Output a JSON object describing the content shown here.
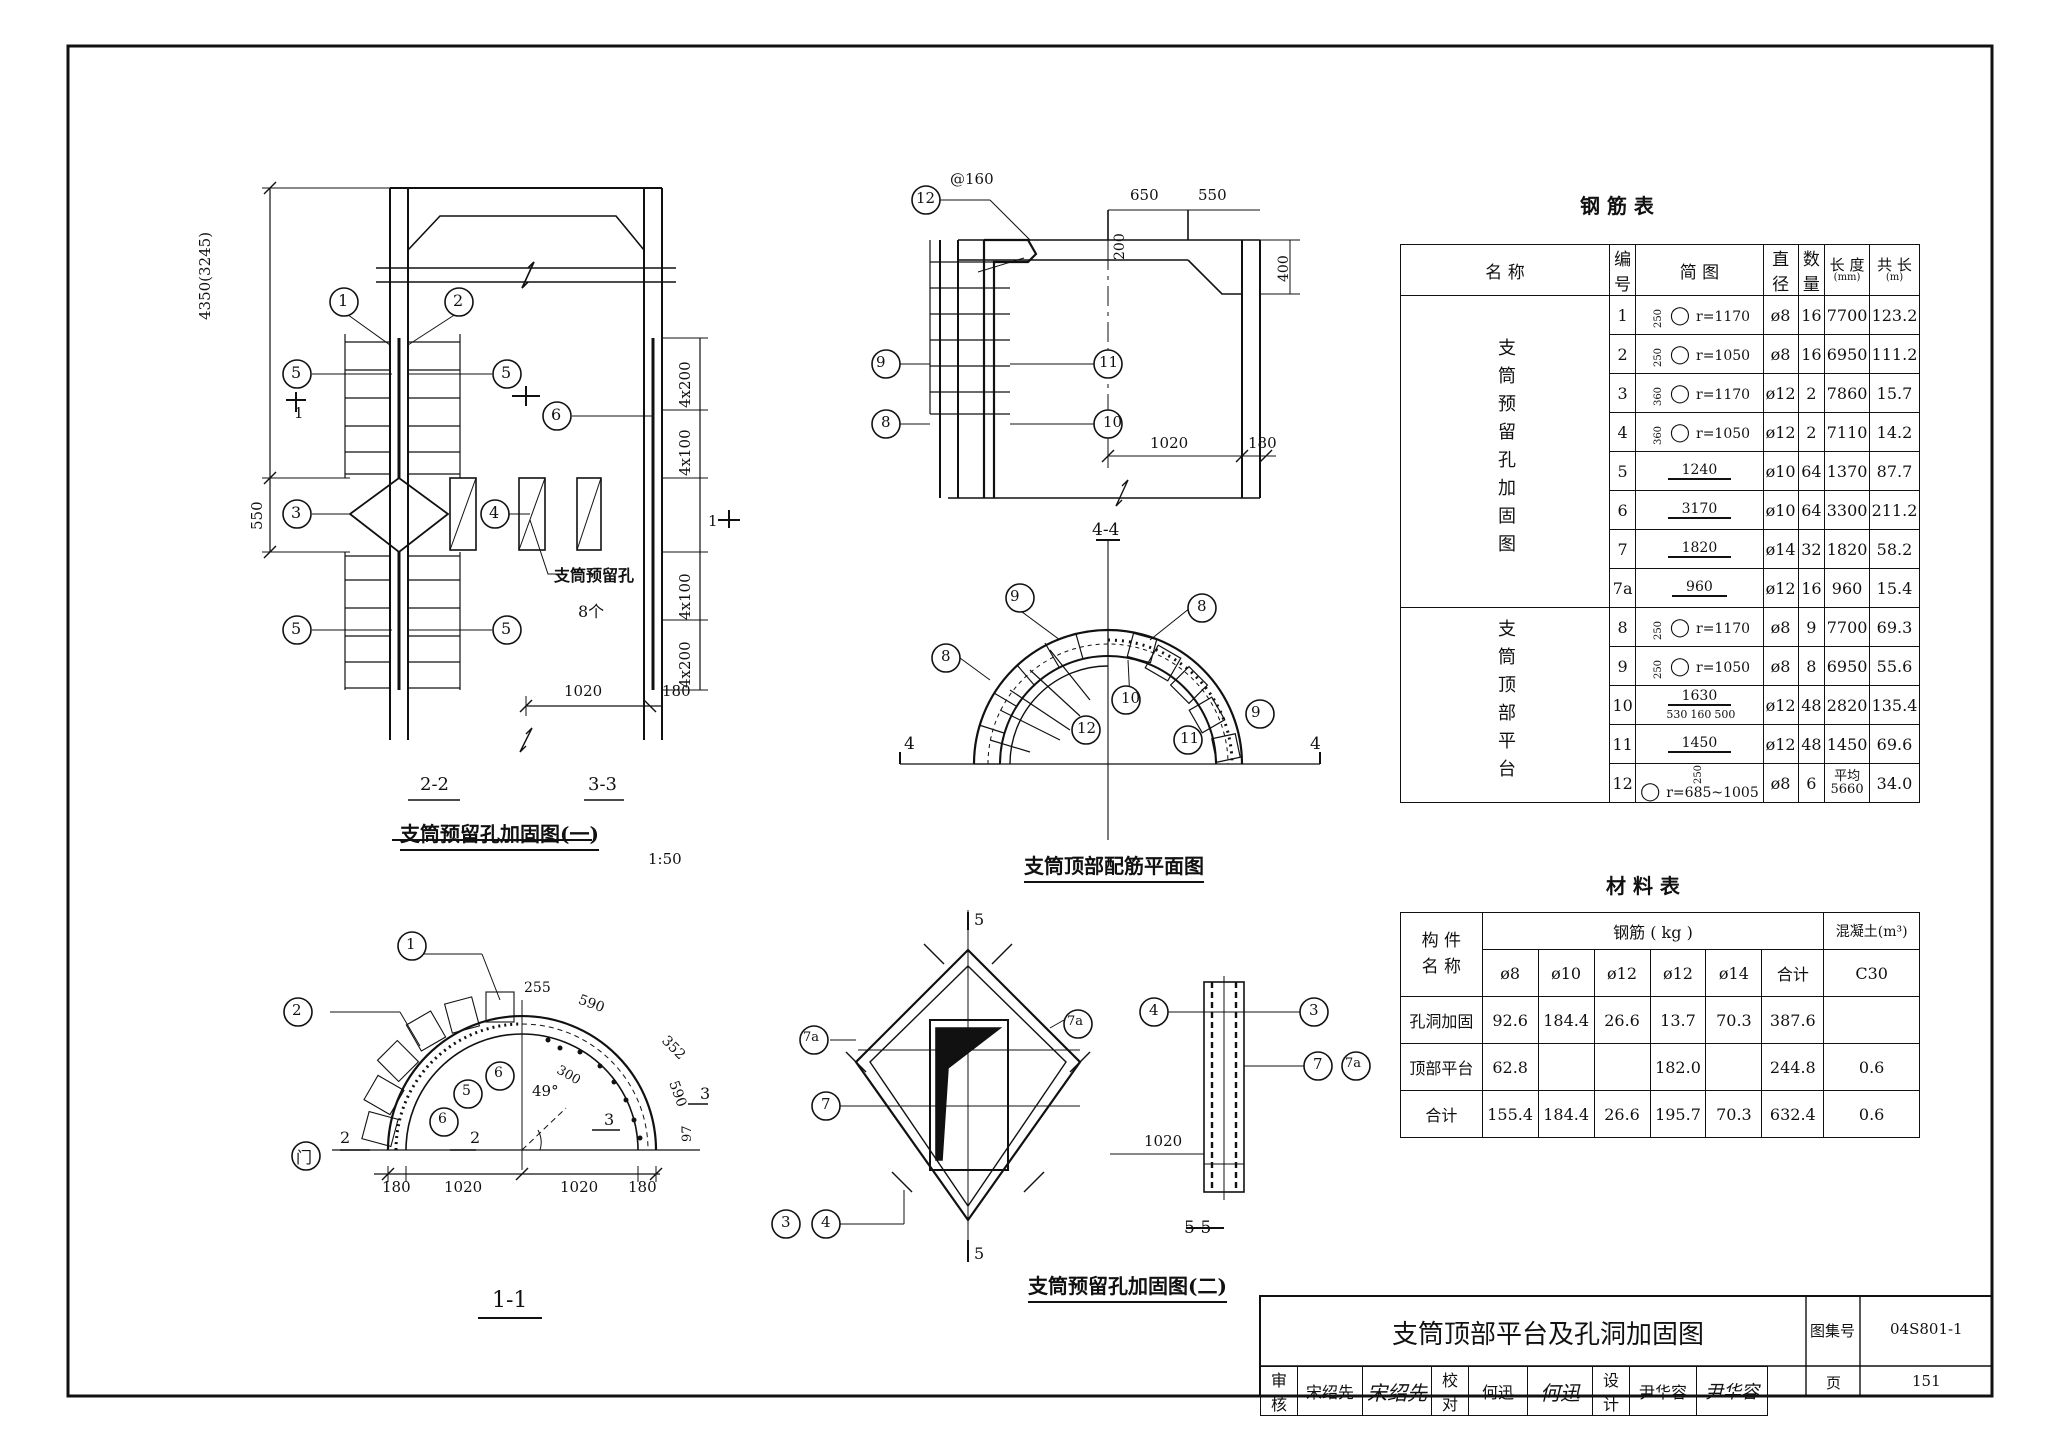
{
  "drawing": {
    "scale": "1:50",
    "view_titles": {
      "reinforce1": "支筒预留孔加固图(一)",
      "reinforce2": "支筒预留孔加固图(二)",
      "top_plan": "支筒顶部配筋平面图",
      "sec_1_1": "1-1",
      "sec_2_2": "2-2",
      "sec_3_3": "3-3",
      "sec_4_4": "4-4",
      "sec_5_5": "5-5"
    },
    "notes": {
      "hole_note": "支筒预留孔",
      "hole_count": "8个",
      "door": "门",
      "angle": "49°",
      "spacing": "@160",
      "sec_mark_1": "1",
      "sec_mark_2": "2",
      "sec_mark_3": "3",
      "sec_mark_4": "4",
      "sec_mark_5": "5"
    },
    "dims": {
      "h_total": "4350(3245)",
      "h_550": "550",
      "d_4x200_top": "4x200",
      "d_4x100_top": "4x100",
      "d_4x100_bot": "4x100",
      "d_4x200_bot": "4x200",
      "d_1020": "1020",
      "d_180": "180",
      "d_650": "650",
      "d_550": "550",
      "d_200": "200",
      "d_400": "400",
      "d_255": "255",
      "d_590a": "590",
      "d_352": "352",
      "d_590b": "590",
      "d_300": "300",
      "d_97": "97"
    },
    "callouts": [
      "1",
      "2",
      "3",
      "4",
      "5",
      "6",
      "7",
      "7a",
      "8",
      "9",
      "10",
      "11",
      "12"
    ]
  },
  "rebar_table": {
    "title": "钢 筋 表",
    "headers": [
      "名 称",
      "编 号",
      "简      图",
      "直 径",
      "数 量",
      "长 度",
      "(mm)",
      "共 长",
      "(m)"
    ],
    "group1": "支筒预留孔加固图",
    "group2": "支筒顶部平台",
    "rows": [
      {
        "no": "1",
        "shape_dim": "250",
        "shape_text": "r=1170",
        "dia": "ø8",
        "qty": "16",
        "len": "7700",
        "total": "123.2"
      },
      {
        "no": "2",
        "shape_dim": "250",
        "shape_text": "r=1050",
        "dia": "ø8",
        "qty": "16",
        "len": "6950",
        "total": "111.2"
      },
      {
        "no": "3",
        "shape_dim": "360",
        "shape_text": "r=1170",
        "dia": "ø12",
        "qty": "2",
        "len": "7860",
        "total": "15.7"
      },
      {
        "no": "4",
        "shape_dim": "360",
        "shape_text": "r=1050",
        "dia": "ø12",
        "qty": "2",
        "len": "7110",
        "total": "14.2"
      },
      {
        "no": "5",
        "shape_dim": "",
        "shape_text": "1240",
        "dia": "ø10",
        "qty": "64",
        "len": "1370",
        "total": "87.7"
      },
      {
        "no": "6",
        "shape_dim": "",
        "shape_text": "3170",
        "dia": "ø10",
        "qty": "64",
        "len": "3300",
        "total": "211.2"
      },
      {
        "no": "7",
        "shape_dim": "",
        "shape_text": "1820",
        "dia": "ø14",
        "qty": "32",
        "len": "1820",
        "total": "58.2"
      },
      {
        "no": "7a",
        "shape_dim": "",
        "shape_text": "960",
        "dia": "ø12",
        "qty": "16",
        "len": "960",
        "total": "15.4"
      },
      {
        "no": "8",
        "shape_dim": "250",
        "shape_text": "r=1170",
        "dia": "ø8",
        "qty": "9",
        "len": "7700",
        "total": "69.3"
      },
      {
        "no": "9",
        "shape_dim": "250",
        "shape_text": "r=1050",
        "dia": "ø8",
        "qty": "8",
        "len": "6950",
        "total": "55.6"
      },
      {
        "no": "10",
        "shape_dim": "",
        "shape_text": "1630",
        "shape_text2": "530",
        "shape_text3": "160",
        "shape_text4": "500",
        "dia": "ø12",
        "qty": "48",
        "len": "2820",
        "total": "135.4"
      },
      {
        "no": "11",
        "shape_dim": "",
        "shape_text": "1450",
        "dia": "ø12",
        "qty": "48",
        "len": "1450",
        "total": "69.6"
      },
      {
        "no": "12",
        "shape_dim": "250",
        "shape_text": "r=685~1005",
        "dia": "ø8",
        "qty": "6",
        "len_label": "平均",
        "len": "5660",
        "total": "34.0"
      }
    ]
  },
  "material_table": {
    "title": "材 料 表",
    "h_member": "构 件",
    "h_member2": "名 称",
    "h_steel": "钢筋    ( kg )",
    "h_concrete": "混凝土(m³)",
    "cols": [
      "ø8",
      "ø10",
      "ø12",
      "ø12",
      "ø14",
      "合计",
      "C30"
    ],
    "rows": [
      {
        "name": "孔洞加固",
        "vals": [
          "92.6",
          "184.4",
          "26.6",
          "13.7",
          "70.3",
          "387.6",
          ""
        ]
      },
      {
        "name": "顶部平台",
        "vals": [
          "62.8",
          "",
          "",
          "182.0",
          "",
          "244.8",
          "0.6"
        ]
      },
      {
        "name": "合计",
        "vals": [
          "155.4",
          "184.4",
          "26.6",
          "195.7",
          "70.3",
          "632.4",
          "0.6"
        ]
      }
    ]
  },
  "title_block": {
    "title": "支筒顶部平台及孔洞加固图",
    "atlas_label": "图集号",
    "atlas_no": "04S801-1",
    "review_label": "审核",
    "reviewer": "宋绍先",
    "check_label": "校对",
    "checker": "何迅",
    "design_label": "设计",
    "designer": "尹华容",
    "page_label": "页",
    "page_no": "151",
    "sig_reviewer": "宋绍先",
    "sig_checker": "何迅",
    "sig_designer": "尹华容"
  }
}
